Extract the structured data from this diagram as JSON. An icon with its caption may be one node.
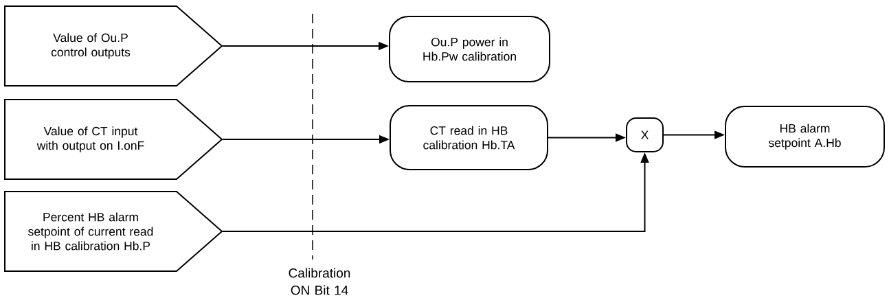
{
  "diagram": {
    "nodes": [
      {
        "text": [
          "Value of Ou.P control outputs"
        ]
      },
      {
        "text": [
          "Value of CT input with output on I.onF"
        ]
      },
      {
        "text": [
          "Percent HB alarm setpoint of current read in HB calibration Hb.P"
        ]
      },
      {
        "text": [
          "Ou.P power in Hb.Pw calibration"
        ]
      },
      {
        "text": [
          "CT read in HB calibration Hb.TA"
        ]
      },
      {
        "text": [
          "X"
        ]
      },
      {
        "text": [
          "HB alarm setpoint A.Hb"
        ]
      }
    ],
    "edges": [
      {
        "from": 0,
        "to": 3,
        "arrow": "to"
      },
      {
        "from": 1,
        "to": 4,
        "arrow": "to"
      },
      {
        "from": 4,
        "to": 5,
        "arrow": "to"
      },
      {
        "from": 5,
        "to": 6,
        "arrow": "to"
      },
      {
        "from": 2,
        "to": 5,
        "arrow": "to"
      }
    ],
    "labels": [
      "Calibration ON Bit 14"
    ]
  }
}
